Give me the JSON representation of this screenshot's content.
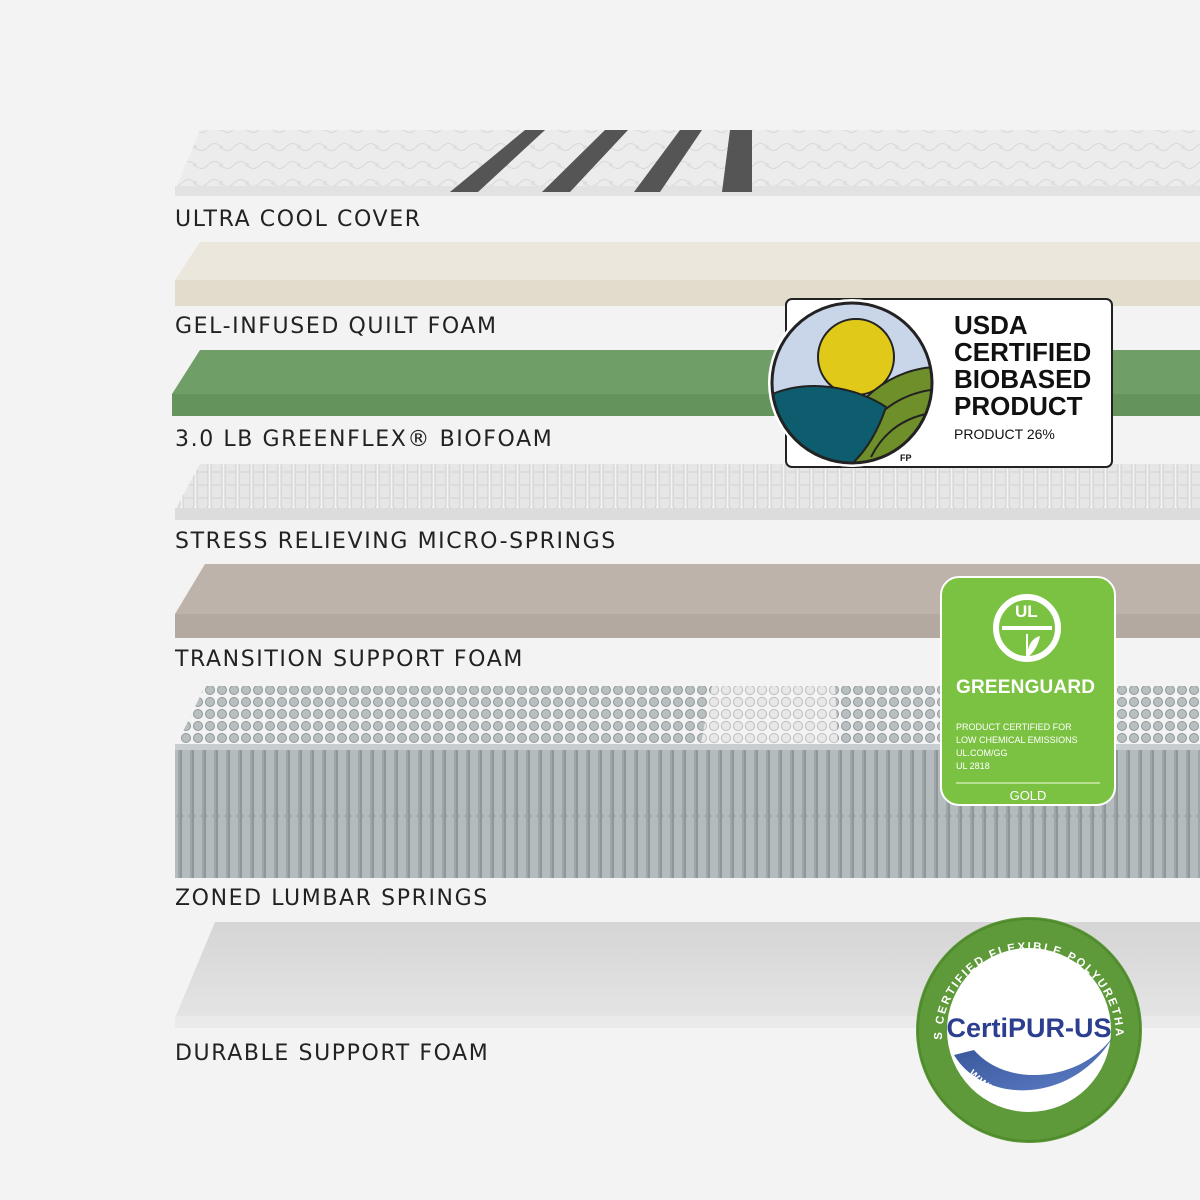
{
  "layers": [
    {
      "id": "cover",
      "label": "ULTRA COOL COVER"
    },
    {
      "id": "quilt",
      "label": "GEL-INFUSED QUILT FOAM"
    },
    {
      "id": "biofoam",
      "label": "3.0 LB GREENFLEX® BIOFOAM"
    },
    {
      "id": "microsprings",
      "label": "STRESS RELIEVING MICRO-SPRINGS"
    },
    {
      "id": "transition",
      "label": "TRANSITION SUPPORT FOAM"
    },
    {
      "id": "lumbar",
      "label": "ZONED LUMBAR SPRINGS"
    },
    {
      "id": "durable",
      "label": "DURABLE SUPPORT FOAM"
    }
  ],
  "badges": {
    "usda": {
      "line1": "USDA",
      "line2": "CERTIFIED",
      "line3": "BIOBASED",
      "line4": "PRODUCT",
      "sub": "PRODUCT 26%",
      "mark": "FP"
    },
    "greenguard": {
      "logo": "UL",
      "title": "GREENGUARD",
      "line1": "PRODUCT CERTIFIED FOR",
      "line2": "LOW CHEMICAL EMISSIONS",
      "line3": "UL.COM/GG",
      "line4": "UL 2818",
      "level": "GOLD"
    },
    "certipur": {
      "name": "CertiPUR-US",
      "ring_top": "CONTAINS CERTIFIED FLEXIBLE POLYURETHANE FOAM",
      "ring_bottom": "WWW.CERTIPUR.US"
    }
  },
  "colors": {
    "background": "#f3f3f3",
    "cover": "#ececec",
    "quilt": "#e6e0d2",
    "biofoam": "#6a9c63",
    "transition": "#b8aea6",
    "springs": "#9aa2a5",
    "durable": "#dcdcdc",
    "greenguard": "#7cc242",
    "certipur_ring": "#5f9a3a",
    "usda_blue": "#0e5d6e"
  }
}
